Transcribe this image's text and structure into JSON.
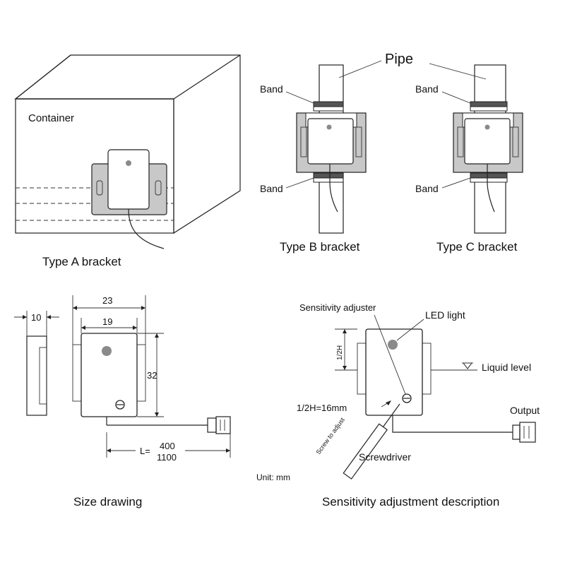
{
  "labels": {
    "container": "Container",
    "pipe": "Pipe",
    "band": "Band",
    "type_a": "Type A bracket",
    "type_b": "Type B bracket",
    "type_c": "Type C bracket",
    "size_drawing": "Size drawing",
    "sensitivity_title": "Sensitivity adjustment description",
    "sensitivity_adjuster": "Sensitivity adjuster",
    "led_light": "LED light",
    "liquid_level": "Liquid level",
    "output": "Output",
    "half_h": "1/2H",
    "half_h_value": "1/2H=16mm",
    "screw_to_adjust": "Screw to adjust",
    "screwdriver": "Screwdriver",
    "unit": "Unit: mm"
  },
  "dimensions": {
    "depth": "10",
    "outer_width": "23",
    "inner_width": "19",
    "height": "32",
    "cable_prefix": "L=",
    "cable_a": "400",
    "cable_b": "1100"
  },
  "colors": {
    "bracket_fill": "#c8c8c8",
    "led": "#8a8a8a",
    "line": "#222222"
  }
}
